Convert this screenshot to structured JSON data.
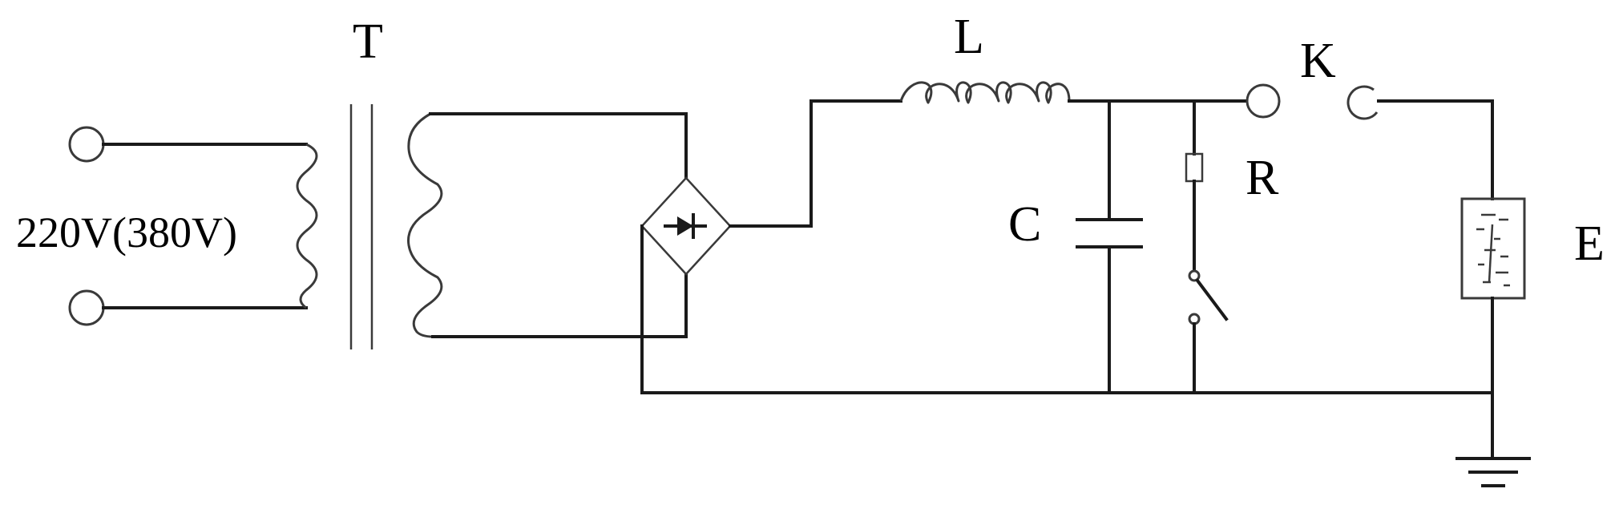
{
  "labels": {
    "transformer": "T",
    "inductor": "L",
    "switch": "K",
    "resistor": "R",
    "capacitor": "C",
    "electrolyzer": "E",
    "input_voltage": "220V(380V)"
  }
}
